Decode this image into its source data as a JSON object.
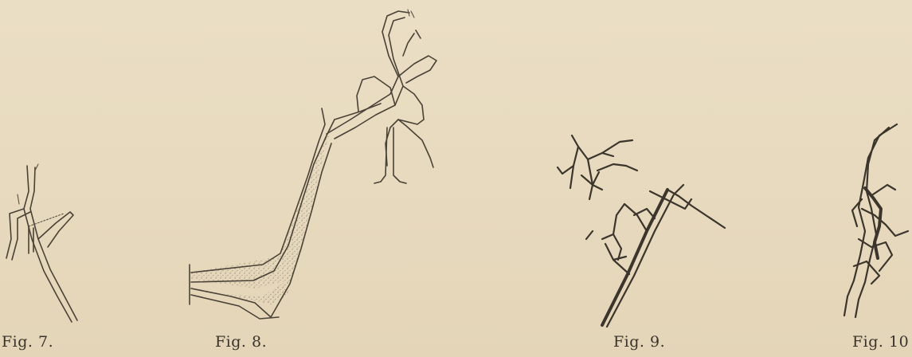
{
  "figures": [
    {
      "id": "fig7",
      "caption": "Fig. 7."
    },
    {
      "id": "fig8",
      "caption": "Fig. 8."
    },
    {
      "id": "fig9",
      "caption": "Fig. 9."
    },
    {
      "id": "fig10",
      "caption": "Fig. 10"
    }
  ],
  "colors": {
    "paper": "#e9dcc2",
    "ink": "#3b352c"
  }
}
